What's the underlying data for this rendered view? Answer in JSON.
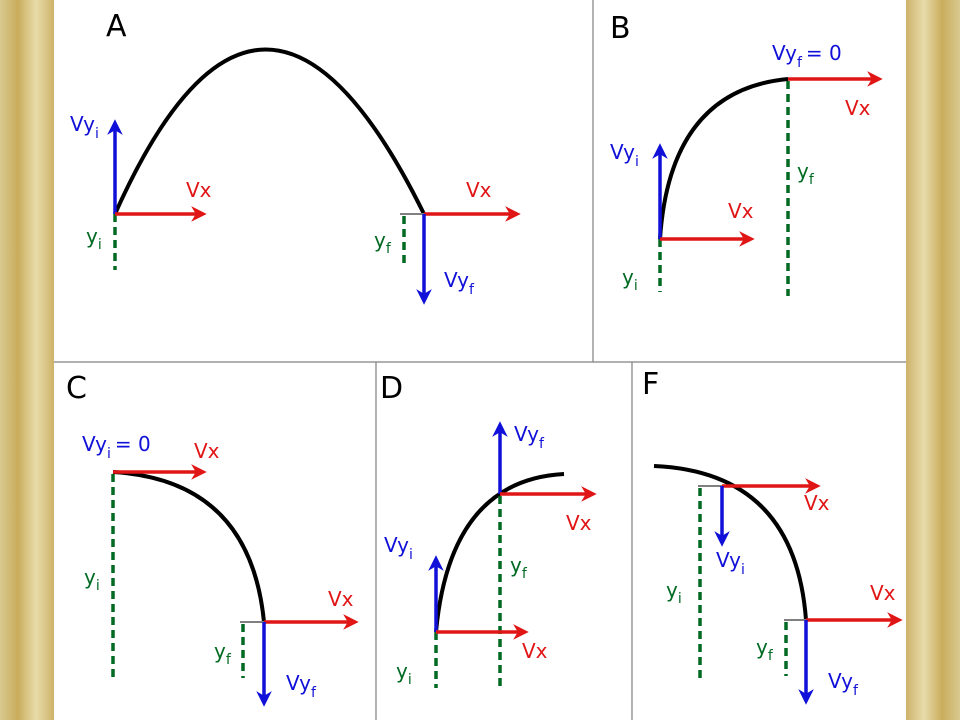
{
  "panels": {
    "A": {
      "letter": "A",
      "labels": {
        "vyi_main": "Vy",
        "vyi_sub": "i",
        "vx_left": "Vx",
        "yi_main": "y",
        "yi_sub": "i",
        "vx_right": "Vx",
        "yf_main": "y",
        "yf_sub": "f",
        "vyf_main": "Vy",
        "vyf_sub": "f"
      }
    },
    "B": {
      "letter": "B",
      "labels": {
        "vyf_main": "Vy",
        "vyf_sub": "f",
        "vyf_eq": "= 0",
        "vx_top": "Vx",
        "vyi_main": "Vy",
        "vyi_sub": "i",
        "yf_main": "y",
        "yf_sub": "f",
        "vx_bottom": "Vx",
        "yi_main": "y",
        "yi_sub": "i"
      }
    },
    "C": {
      "letter": "C",
      "labels": {
        "vyi_main": "Vy",
        "vyi_sub": "i",
        "vyi_eq": "= 0",
        "vx_top": "Vx",
        "yi_main": "y",
        "yi_sub": "i",
        "vx_bottom": "Vx",
        "yf_main": "y",
        "yf_sub": "f",
        "vyf_main": "Vy",
        "vyf_sub": "f"
      }
    },
    "D": {
      "letter": "D",
      "labels": {
        "vyf_main": "Vy",
        "vyf_sub": "f",
        "vx_top": "Vx",
        "vyi_main": "Vy",
        "vyi_sub": "i",
        "yf_main": "y",
        "yf_sub": "f",
        "vx_bottom": "Vx",
        "yi_main": "y",
        "yi_sub": "i"
      }
    },
    "F": {
      "letter": "F",
      "labels": {
        "vx_top": "Vx",
        "vyi_main": "Vy",
        "vyi_sub": "i",
        "yi_main": "y",
        "yi_sub": "i",
        "vx_bottom": "Vx",
        "yf_main": "y",
        "yf_sub": "f",
        "vyf_main": "Vy",
        "vyf_sub": "f"
      }
    }
  },
  "colors": {
    "horizontal_velocity": "#e01515",
    "vertical_velocity": "#1010d8",
    "height_marker": "#006a23",
    "trajectory": "#000000",
    "frame_border": "#c9ad5d"
  }
}
